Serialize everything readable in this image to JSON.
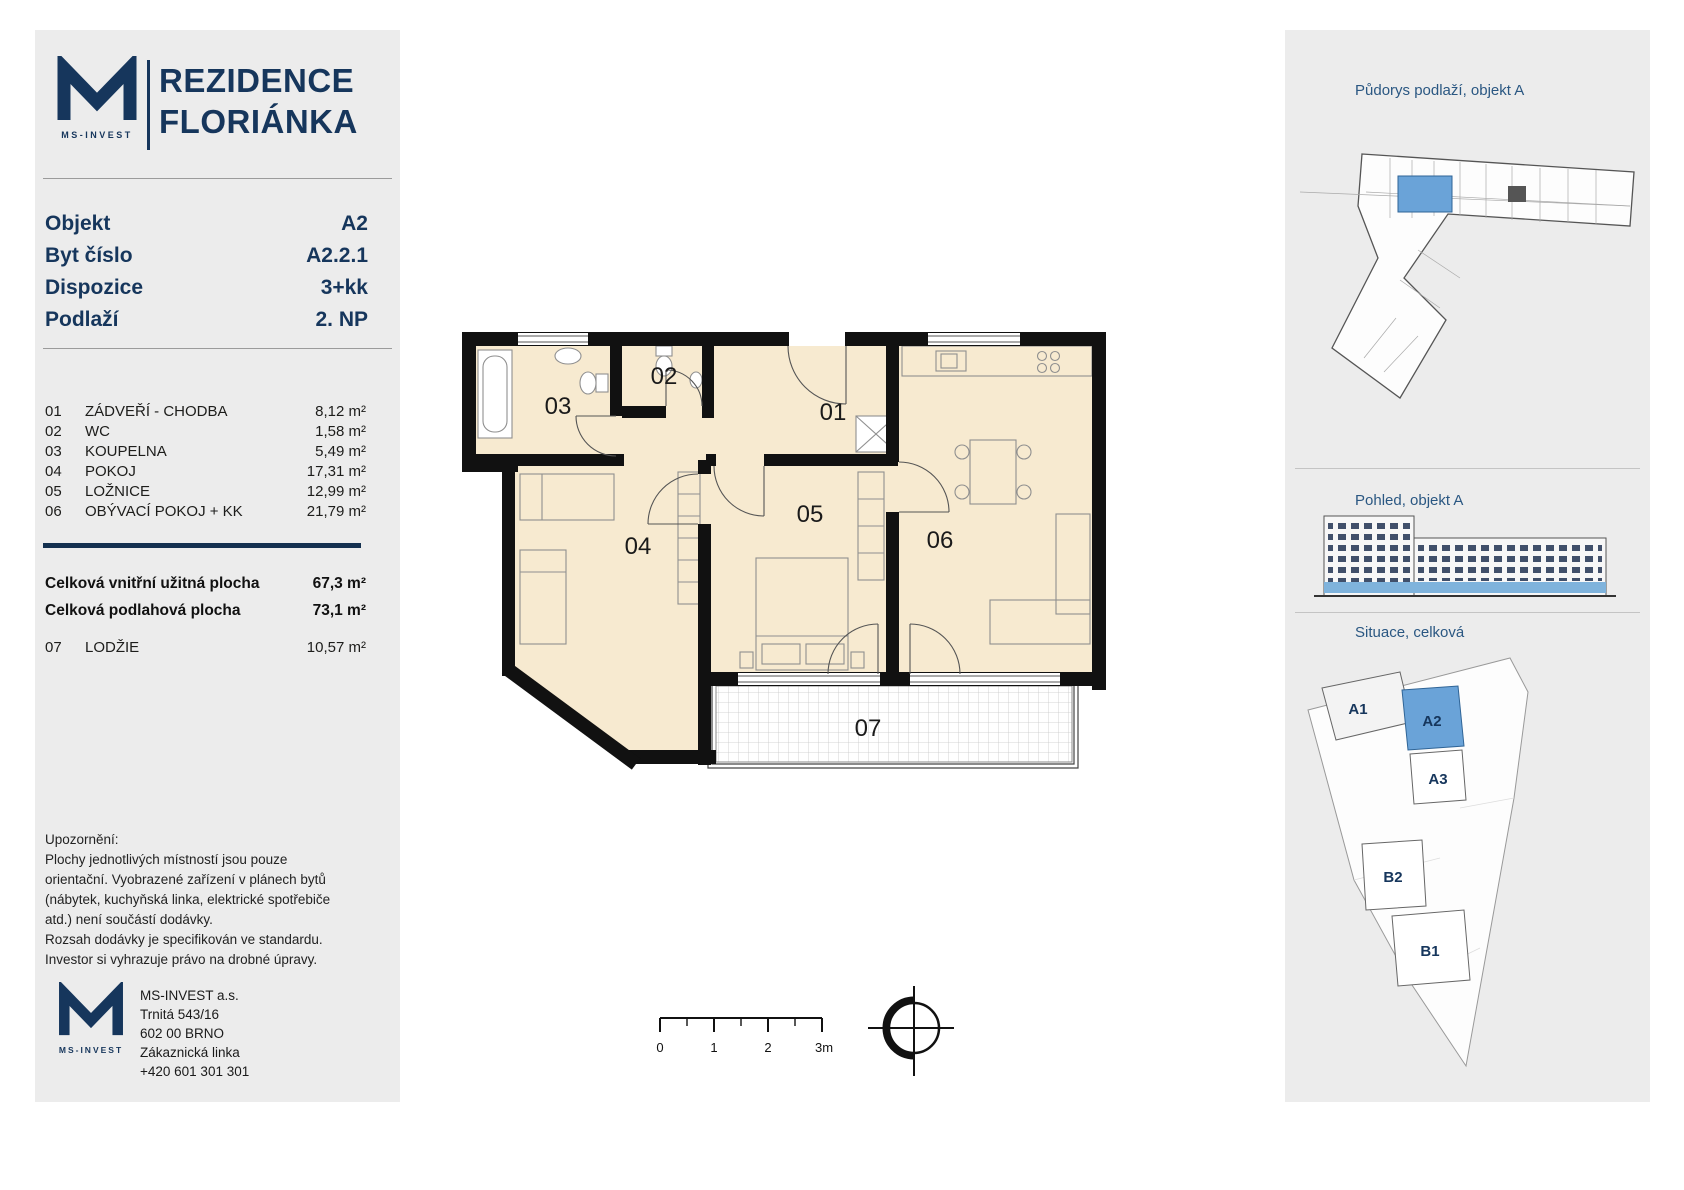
{
  "colors": {
    "navy": "#16365c",
    "accent_blue": "#6aa3d8",
    "floor_beige": "#f7ead0",
    "panel_gray": "#ececec"
  },
  "brand": {
    "logo_text": "MS-INVEST",
    "title_line1": "REZIDENCE",
    "title_line2": "FLORIÁNKA"
  },
  "info": {
    "rows": [
      {
        "label": "Objekt",
        "value": "A2"
      },
      {
        "label": "Byt číslo",
        "value": "A2.2.1"
      },
      {
        "label": "Dispozice",
        "value": "3+kk"
      },
      {
        "label": "Podlaží",
        "value": "2. NP"
      }
    ]
  },
  "rooms": [
    {
      "num": "01",
      "name": "ZÁDVEŘÍ - CHODBA",
      "area": "8,12 m²"
    },
    {
      "num": "02",
      "name": "WC",
      "area": "1,58 m²"
    },
    {
      "num": "03",
      "name": "KOUPELNA",
      "area": "5,49 m²"
    },
    {
      "num": "04",
      "name": "POKOJ",
      "area": "17,31 m²"
    },
    {
      "num": "05",
      "name": "LOŽNICE",
      "area": "12,99 m²"
    },
    {
      "num": "06",
      "name": "OBÝVACÍ POKOJ + KK",
      "area": "21,79 m²"
    }
  ],
  "totals": {
    "rows": [
      {
        "label": "Celková vnitřní užitná plocha",
        "value": "67,3 m²"
      },
      {
        "label": "Celková podlahová plocha",
        "value": "73,1 m²"
      }
    ]
  },
  "loggia": {
    "num": "07",
    "name": "LODŽIE",
    "area": "10,57 m²"
  },
  "disclaimer": {
    "title": "Upozornění:",
    "lines": [
      "Plochy jednotlivých místností jsou pouze",
      "orientační. Vyobrazené zařízení v plánech bytů",
      "(nábytek, kuchyňská linka, elektrické spotřebiče",
      "atd.) není součástí dodávky.",
      "Rozsah dodávky je specifikován ve standardu.",
      "Investor si vyhrazuje právo na drobné úpravy."
    ]
  },
  "footer": {
    "logo_text": "MS-INVEST",
    "company": "MS-INVEST a.s.",
    "address1": "Trnitá 543/16",
    "address2": "602 00 BRNO",
    "service": "Zákaznická linka",
    "phone": "+420 601 301 301"
  },
  "plan": {
    "labels": [
      "01",
      "02",
      "03",
      "04",
      "05",
      "06",
      "07"
    ],
    "scale": [
      "0",
      "1",
      "2",
      "3m"
    ]
  },
  "right_panel": {
    "section1": "Půdorys podlaží, objekt A",
    "section2": "Pohled, objekt A",
    "section3": "Situace, celková",
    "site_labels": [
      "A1",
      "A2",
      "A3",
      "B2",
      "B1"
    ]
  }
}
